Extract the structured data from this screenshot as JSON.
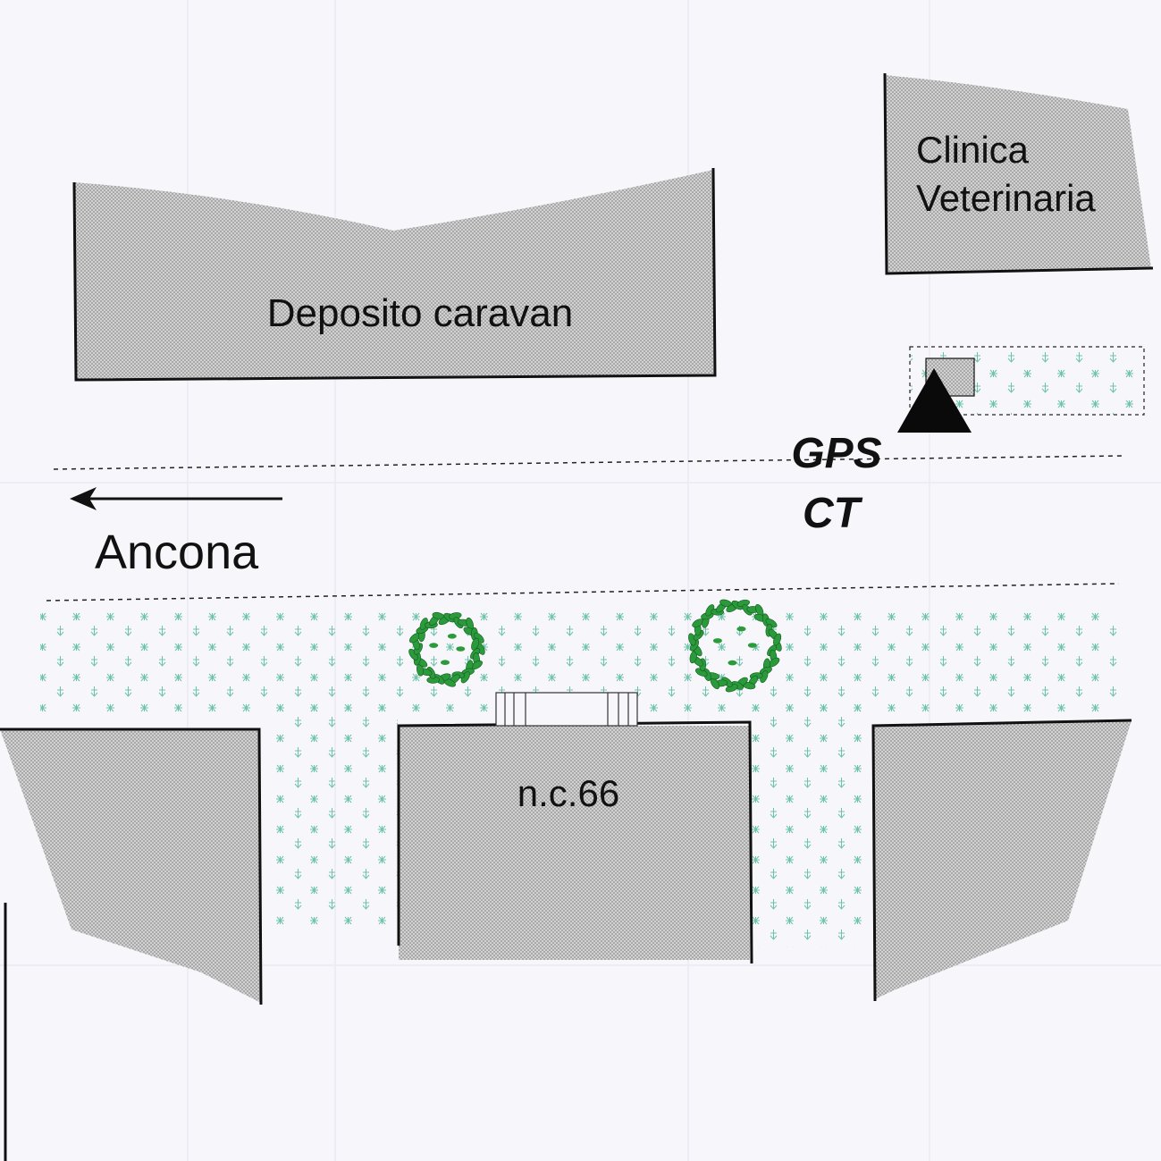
{
  "map": {
    "buildings": {
      "deposito": "Deposito caravan",
      "clinica_line1": "Clinica",
      "clinica_line2": "Veterinaria",
      "house_number": "n.c.66"
    },
    "direction": {
      "label": "Ancona",
      "arrow": "left-arrow"
    },
    "station": {
      "line1": "GPS",
      "line2": "CT",
      "marker": "triangle-marker"
    },
    "colors": {
      "building_fill": "#cfcfcf",
      "outline": "#111111",
      "vegetation": "#2a9a3a",
      "grass": "#66c2a0",
      "background": "#f7f6fb"
    }
  }
}
